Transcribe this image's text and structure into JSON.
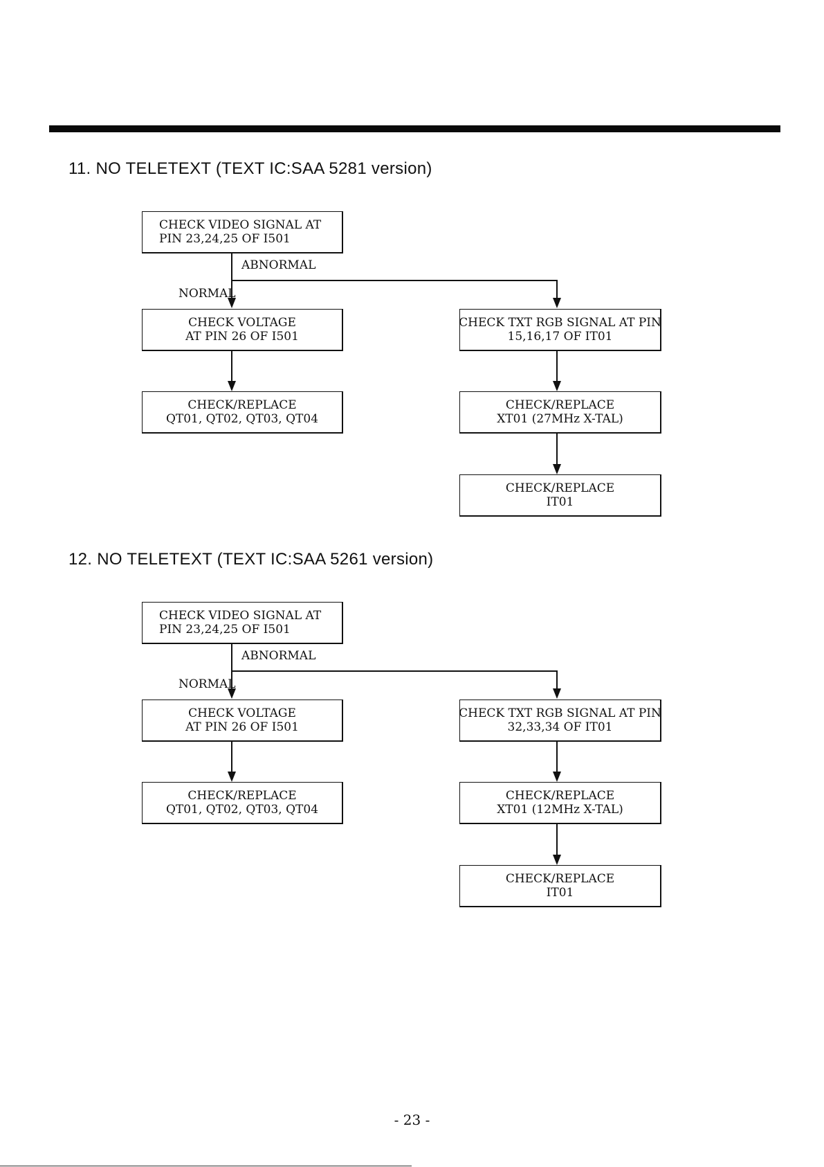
{
  "sections": [
    {
      "heading": "11. NO TELETEXT (TEXT IC:SAA 5281 version)",
      "check_video": [
        "CHECK VIDEO SIGNAL AT",
        "PIN 23,24,25 OF I501"
      ],
      "abnormal_label": "ABNORMAL",
      "normal_label": "NORMAL",
      "check_voltage": [
        "CHECK VOLTAGE",
        "AT PIN 26 OF I501"
      ],
      "replace_qt": [
        "CHECK/REPLACE",
        "QT01, QT02, QT03, QT04"
      ],
      "check_rgb": [
        "CHECK TXT RGB SIGNAL AT PIN",
        "15,16,17 OF IT01"
      ],
      "replace_xtal": [
        "CHECK/REPLACE",
        "XT01 (27MHz X-TAL)"
      ],
      "replace_it": [
        "CHECK/REPLACE",
        "IT01"
      ]
    },
    {
      "heading": "12. NO TELETEXT (TEXT IC:SAA 5261 version)",
      "check_video": [
        "CHECK VIDEO SIGNAL AT",
        "PIN 23,24,25 OF I501"
      ],
      "abnormal_label": "ABNORMAL",
      "normal_label": "NORMAL",
      "check_voltage": [
        "CHECK VOLTAGE",
        "AT PIN 26 OF I501"
      ],
      "replace_qt": [
        "CHECK/REPLACE",
        "QT01, QT02, QT03, QT04"
      ],
      "check_rgb": [
        "CHECK TXT RGB SIGNAL AT PIN",
        "32,33,34 OF IT01"
      ],
      "replace_xtal": [
        "CHECK/REPLACE",
        "XT01 (12MHz X-TAL)"
      ],
      "replace_it": [
        "CHECK/REPLACE",
        "IT01"
      ]
    }
  ],
  "page_number": "- 23 -"
}
